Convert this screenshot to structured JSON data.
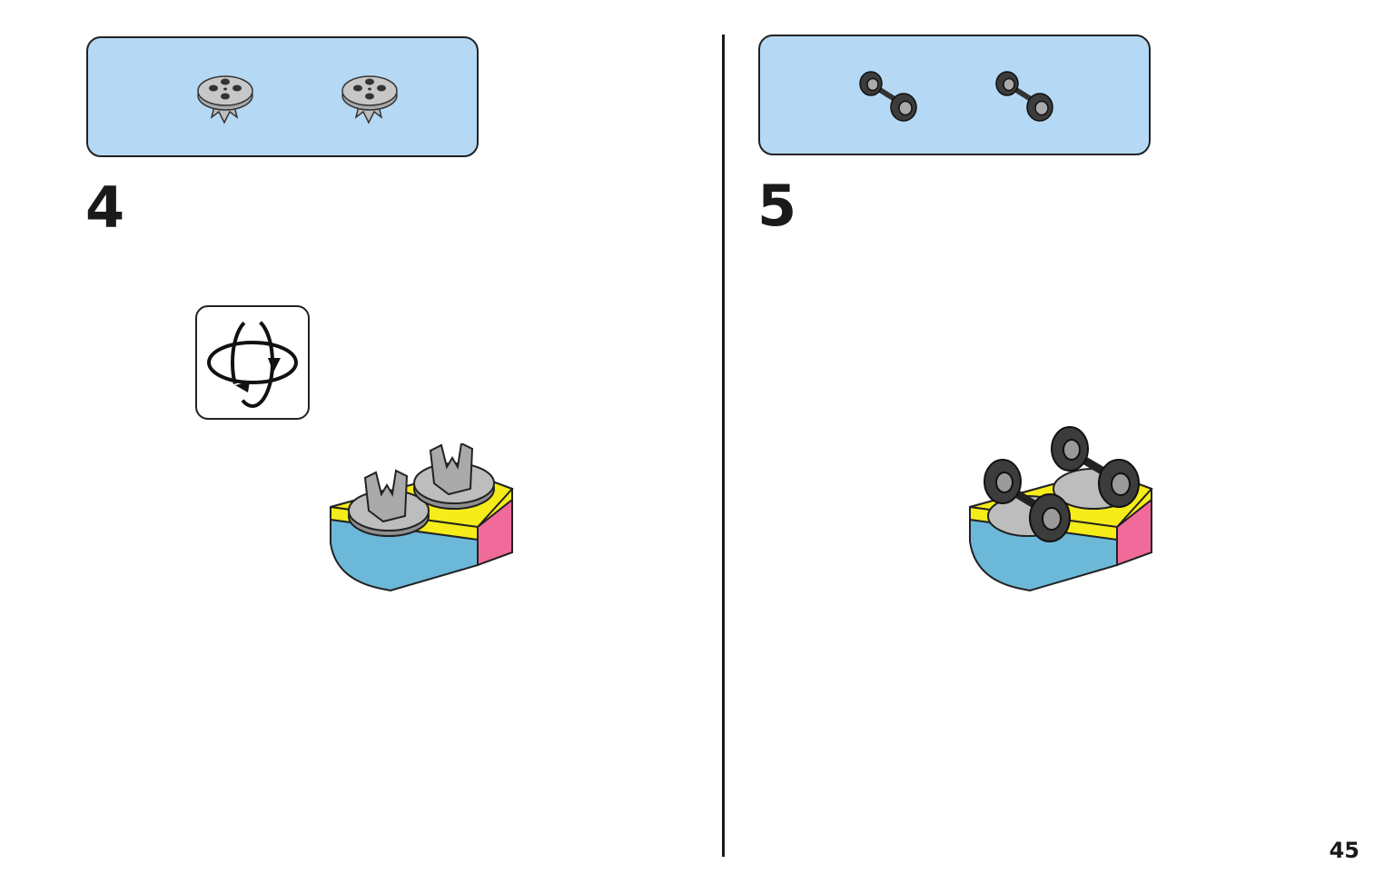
{
  "steps": [
    {
      "number": "4",
      "parts_callout": {
        "parts": [
          {
            "icon": "round-plate-with-clip-icon",
            "color": "#a9a9a9"
          },
          {
            "icon": "round-plate-with-clip-icon",
            "color": "#a9a9a9"
          }
        ],
        "background": "#b5d9f5"
      },
      "instruction_icon": "rotate-model-icon",
      "model": "brick-with-two-round-plates-model"
    },
    {
      "number": "5",
      "parts_callout": {
        "parts": [
          {
            "icon": "wheel-axle-icon",
            "color": "#4a4a4a"
          },
          {
            "icon": "wheel-axle-icon",
            "color": "#4a4a4a"
          }
        ],
        "background": "#b5d9f5"
      },
      "model": "brick-with-wheels-model"
    }
  ],
  "colors": {
    "yellow": "#f5ec1a",
    "light_blue": "#6cb8d8",
    "pink": "#f06a9a",
    "gray": "#a9a9a9",
    "dark_gray": "#3c3c3c"
  },
  "page_number": "45"
}
